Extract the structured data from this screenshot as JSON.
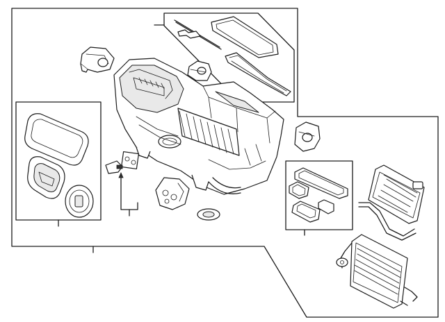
{
  "diagram": {
    "background": "#ffffff",
    "line_color": "#1a1a1a",
    "parts": [
      {
        "name": "evaporator-heater-case-assembly"
      },
      {
        "name": "blend-door-actuator-left"
      },
      {
        "name": "mode-door-actuator-top"
      },
      {
        "name": "recirculation-door-actuator-right"
      },
      {
        "name": "case-seal-strip-set"
      },
      {
        "name": "filter-housing-seals"
      },
      {
        "name": "blower-motor-resistor-and-sensor"
      },
      {
        "name": "heater-core-pipe-bracket"
      },
      {
        "name": "drain-grommet"
      },
      {
        "name": "drain-gasket-set"
      },
      {
        "name": "heater-core"
      },
      {
        "name": "evaporator-core"
      }
    ]
  }
}
